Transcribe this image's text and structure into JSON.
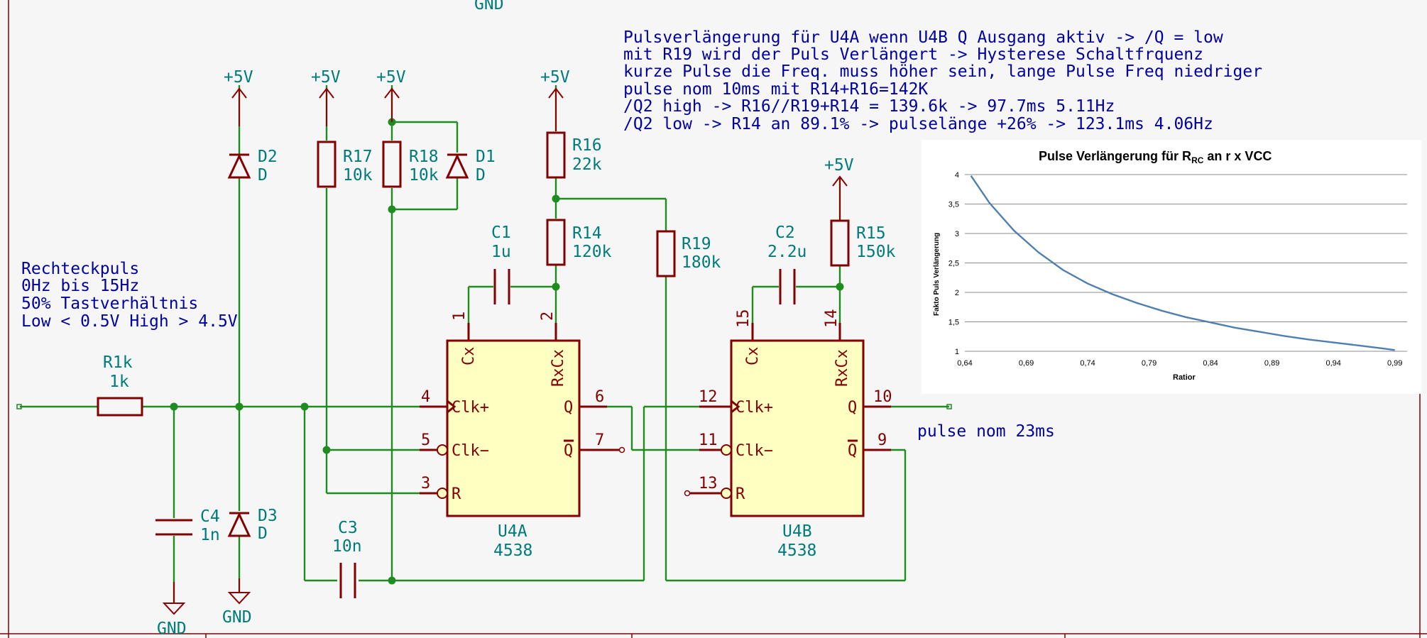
{
  "labels": {
    "gnd_top": "GND",
    "p5v_d2": "+5V",
    "p5v_r17": "+5V",
    "p5v_r18": "+5V",
    "p5v_r16": "+5V",
    "p5v_r15": "+5V",
    "gnd_c4": "GND",
    "gnd_d3": "GND"
  },
  "components": {
    "d2": {
      "ref": "D2",
      "val": "D"
    },
    "d3": {
      "ref": "D3",
      "val": "D"
    },
    "d1": {
      "ref": "D1",
      "val": "D"
    },
    "r17": {
      "ref": "R17",
      "val": "10k"
    },
    "r18": {
      "ref": "R18",
      "val": "10k"
    },
    "r16": {
      "ref": "R16",
      "val": "22k"
    },
    "r14": {
      "ref": "R14",
      "val": "120k"
    },
    "r19": {
      "ref": "R19",
      "val": "180k"
    },
    "r15": {
      "ref": "R15",
      "val": "150k"
    },
    "r1k": {
      "ref": "R1k",
      "val": "1k"
    },
    "c1": {
      "ref": "C1",
      "val": "1u"
    },
    "c2": {
      "ref": "C2",
      "val": "2.2u"
    },
    "c3": {
      "ref": "C3",
      "val": "10n"
    },
    "c4": {
      "ref": "C4",
      "val": "1n"
    },
    "u4a": {
      "ref": "U4A",
      "val": "4538",
      "pins": {
        "cx": "1",
        "rxcx": "2",
        "clkp": "4",
        "clkm": "5",
        "r": "3",
        "q": "6",
        "qn": "7"
      }
    },
    "u4b": {
      "ref": "U4B",
      "val": "4538",
      "pins": {
        "cx": "15",
        "rxcx": "14",
        "clkp": "12",
        "clkm": "11",
        "r": "13",
        "q": "10",
        "qn": "9"
      }
    },
    "pin_names": {
      "cx": "Cx",
      "rxcx": "RxCx",
      "clkp": "Clk+",
      "clkm": "Clk−",
      "r": "R",
      "q": "Q",
      "qn": "Q"
    }
  },
  "notes": {
    "top": [
      "Pulsverlängerung für U4A wenn U4B Q Ausgang aktiv -> /Q = low",
      "mit R19 wird der Puls Verlängert -> Hysterese Schaltfrquenz",
      "kurze Pulse die Freq. muss höher sein, lange Pulse Freq niedriger",
      "pulse nom 10ms mit R14+R16=142K",
      "/Q2 high -> R16//R19+R14 = 139.6k -> 97.7ms 5.11Hz",
      "/Q2 low -> R14 an 89.1% -> pulselänge +26% -> 123.1ms 4.06Hz"
    ],
    "left": [
      "Rechteckpuls",
      "0Hz bis 15Hz",
      "50% Tastverhältnis",
      "Low < 0.5V High > 4.5V"
    ],
    "pulse": "pulse nom 23ms"
  },
  "chart_data": {
    "type": "line",
    "title": "Pulse Verlängerung für R",
    "title_sub": "RC",
    "title_end": " an r x VCC",
    "xlabel": "Ratior",
    "ylabel": "Fakto Puls Verlängerung",
    "xlim": [
      0.64,
      1.0
    ],
    "ylim": [
      1,
      4
    ],
    "xticks": [
      "0,64",
      "0,69",
      "0,74",
      "0,79",
      "0,84",
      "0,89",
      "0,94",
      "0,99"
    ],
    "yticks": [
      "1",
      "1,5",
      "2",
      "2,5",
      "3",
      "3,5",
      "4"
    ],
    "grid": true,
    "color": "#4f7fb0",
    "series": [
      {
        "x": [
          0.645,
          0.66,
          0.68,
          0.7,
          0.72,
          0.74,
          0.76,
          0.78,
          0.8,
          0.82,
          0.84,
          0.86,
          0.88,
          0.9,
          0.92,
          0.94,
          0.96,
          0.98,
          0.99
        ],
        "y": [
          3.98,
          3.52,
          3.05,
          2.68,
          2.38,
          2.15,
          1.97,
          1.82,
          1.69,
          1.58,
          1.49,
          1.4,
          1.33,
          1.26,
          1.2,
          1.15,
          1.1,
          1.05,
          1.02
        ]
      }
    ]
  }
}
